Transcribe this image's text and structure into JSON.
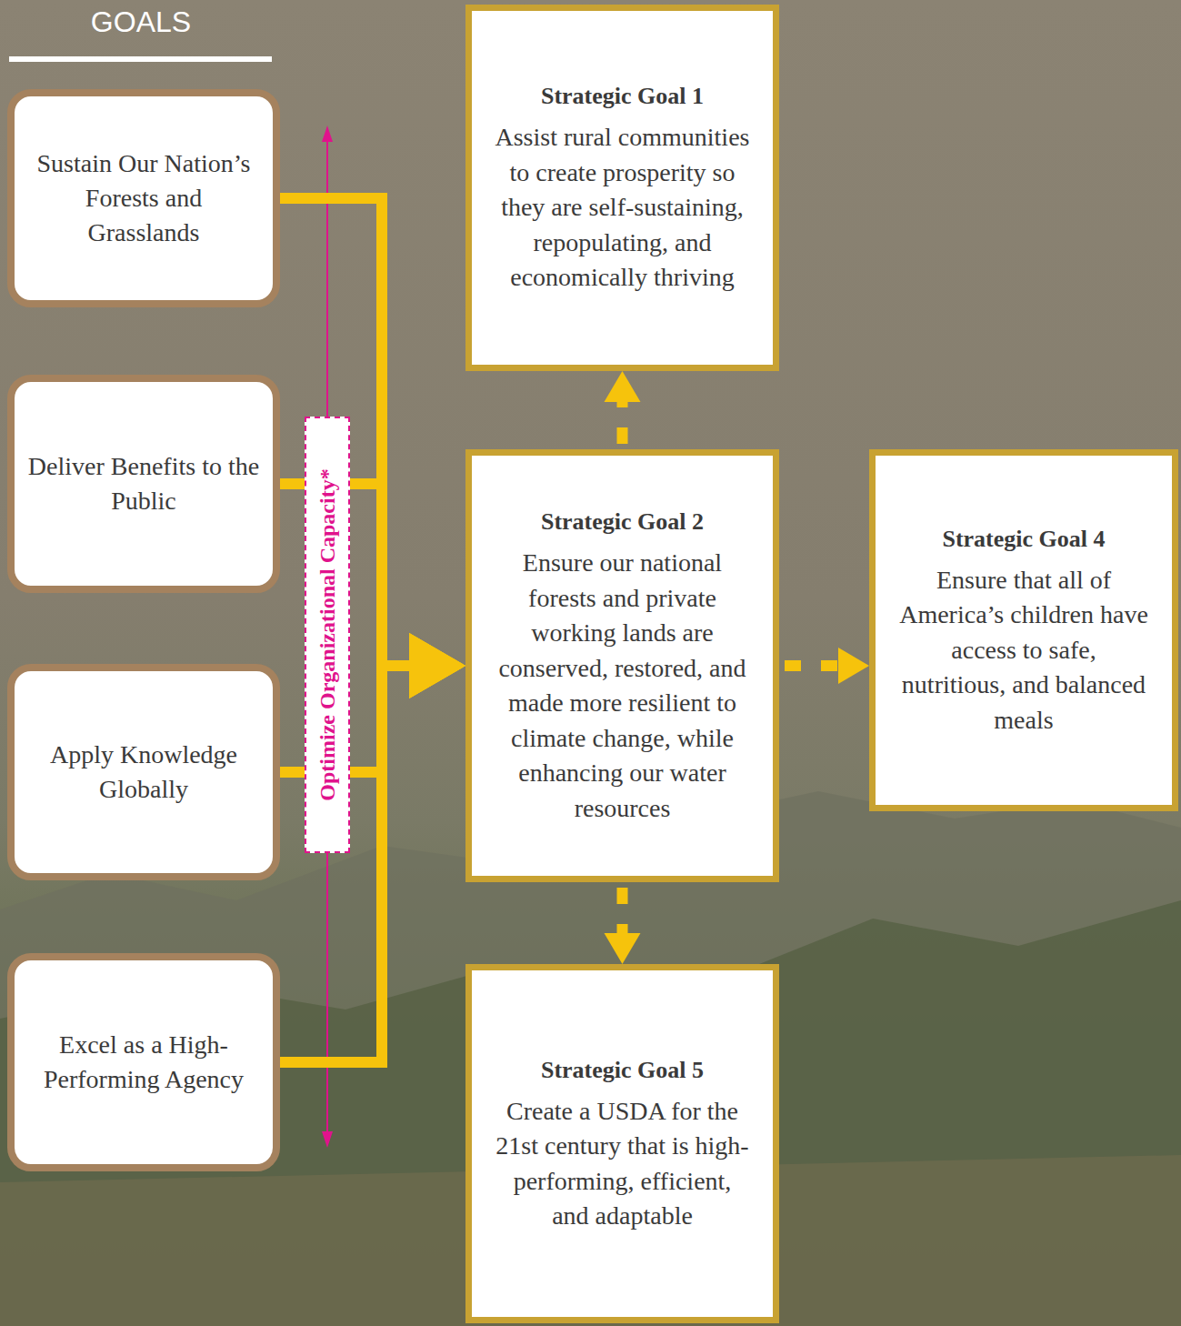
{
  "diagram": {
    "title": "GOALS",
    "nodes": [
      {
        "text": [
          "Sustain Our Nation’s Forests and Grasslands"
        ]
      },
      {
        "text": [
          "Deliver Benefits to the Public"
        ]
      },
      {
        "text": [
          "Apply Knowledge Globally"
        ]
      },
      {
        "text": [
          "Excel as a High-Performing Agency"
        ]
      },
      {
        "text": [
          "Optimize Organizational Capacity*"
        ]
      },
      {
        "text": [
          "Strategic Goal 1",
          "Assist rural communities to create prosperity so they are self-sustaining, repopulating, and economically thriving"
        ]
      },
      {
        "text": [
          "Strategic Goal 2",
          "Ensure our national forests and private working lands are conserved, restored, and made more resilient to climate change, while enhancing our water resources"
        ]
      },
      {
        "text": [
          "Strategic Goal 4",
          "Ensure that all of America’s children have access to safe, nutritious, and balanced meals"
        ]
      },
      {
        "text": [
          "Strategic Goal 5",
          "Create a USDA for the 21st century that is high-performing, efficient, and adaptable"
        ]
      }
    ],
    "edges": [
      {
        "from": 0,
        "to": 6,
        "arrow": "to"
      },
      {
        "from": 1,
        "to": 6,
        "arrow": "to"
      },
      {
        "from": 2,
        "to": 6,
        "arrow": "to"
      },
      {
        "from": 3,
        "to": 6,
        "arrow": "to"
      },
      {
        "from": 6,
        "to": 5,
        "arrow": "to"
      },
      {
        "from": 6,
        "to": 7,
        "arrow": "to"
      },
      {
        "from": 6,
        "to": 8,
        "arrow": "to"
      }
    ]
  }
}
